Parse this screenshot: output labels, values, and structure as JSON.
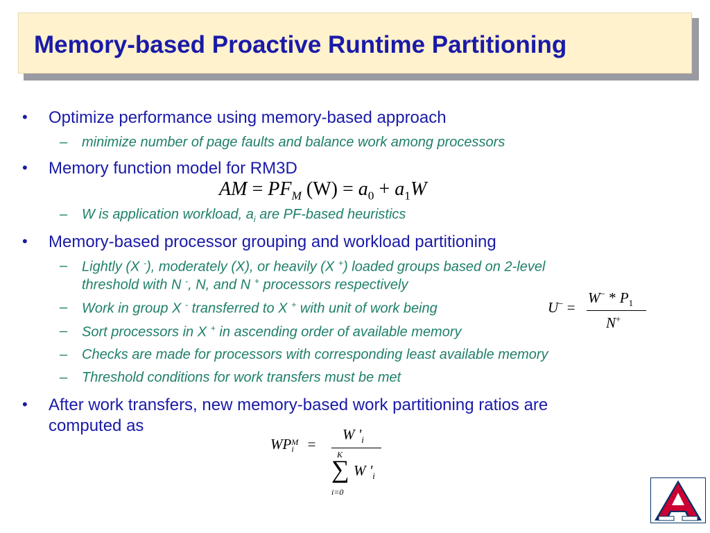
{
  "title": "Memory-based Proactive Runtime Partitioning",
  "bullets": {
    "b1": "Optimize performance using memory-based approach",
    "b1_s1": "minimize number of page faults and balance work among processors",
    "b2": "Memory function model for RM3D",
    "b2_s1_prefix": "W is application workload, a",
    "b2_s1_sub": "i",
    "b2_s1_suffix": " are PF-based heuristics",
    "b3": "Memory-based processor grouping and workload partitioning",
    "b3_s1_a": "Lightly (X ",
    "b3_s1_b": "-",
    "b3_s1_c": "), moderately (X), or heavily (X ",
    "b3_s1_d": "+",
    "b3_s1_e": ") loaded groups based on 2-level",
    "b3_s1_f": "threshold with N ",
    "b3_s1_g": "-",
    "b3_s1_h": ", N, and N ",
    "b3_s1_i": "+",
    "b3_s1_j": " processors respectively",
    "b3_s2_a": "Work in group X ",
    "b3_s2_b": "-",
    "b3_s2_c": " transferred to X ",
    "b3_s2_d": "+",
    "b3_s2_e": " with unit of work being",
    "b3_s3_a": "Sort processors in X ",
    "b3_s3_b": "+",
    "b3_s3_c": " in ascending order of available memory",
    "b3_s4": "Checks are made for processors with corresponding least available memory",
    "b3_s5": "Threshold conditions for work transfers must be met",
    "b4_l1": "After work transfers, new memory-based work partitioning ratios are",
    "b4_l2": "computed as"
  },
  "symbols": {
    "bullet": "•",
    "dash": "–"
  },
  "eq1": {
    "lhs": "AM",
    "eq": "=",
    "pf": "PF",
    "pf_sub": "M",
    "arg": "(W)",
    "a0": "a",
    "a0_sub": "0",
    "plus": "+",
    "a1": "a",
    "a1_sub": "1",
    "w": "W"
  },
  "eq2": {
    "lhs": "U",
    "lhs_sup": "−",
    "eq": "=",
    "num_w": "W",
    "num_sup": "−",
    "num_star": "*",
    "num_p": "P",
    "num_sub": "1",
    "den": "N",
    "den_sup": "+"
  },
  "eq3": {
    "lhs": "WP",
    "lhs_sub": "i",
    "lhs_sup": "M",
    "eq": "=",
    "num": "W '",
    "num_sub": "i",
    "sum_top": "K",
    "sum_sym": "∑",
    "sum_bottom": "i=0",
    "den": "W '",
    "den_sub": "i"
  },
  "colors": {
    "title": "#1a1aa8",
    "level1": "#1a1aa8",
    "level2": "#1f7f6a",
    "title_bg": "#fff2cc",
    "logo_red": "#cc0033",
    "logo_navy": "#003366"
  }
}
